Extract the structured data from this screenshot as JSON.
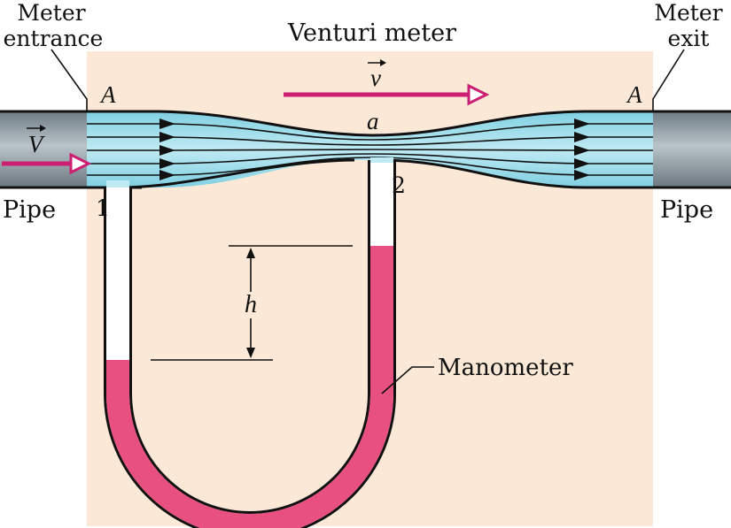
{
  "title": "Venturi meter",
  "labels": {
    "meter_entrance_line1": "Meter",
    "meter_entrance_line2": "entrance",
    "meter_exit_line1": "Meter",
    "meter_exit_line2": "exit",
    "pipe_left": "Pipe",
    "pipe_right": "Pipe",
    "area_left": "A",
    "area_right": "A",
    "area_throat": "a",
    "point_1": "1",
    "point_2": "2",
    "height": "h",
    "manometer": "Manometer",
    "velocity_pipe": "V",
    "velocity_throat": "v"
  },
  "colors": {
    "background_panel": "#fbe8d6",
    "pipe_gray": "#9aa6ad",
    "water": "#8fd8e8",
    "manometer_fluid": "#e8507f",
    "arrow_magenta": "#cc1f73",
    "tube_glass": "#ffffff",
    "ink": "#111111"
  }
}
